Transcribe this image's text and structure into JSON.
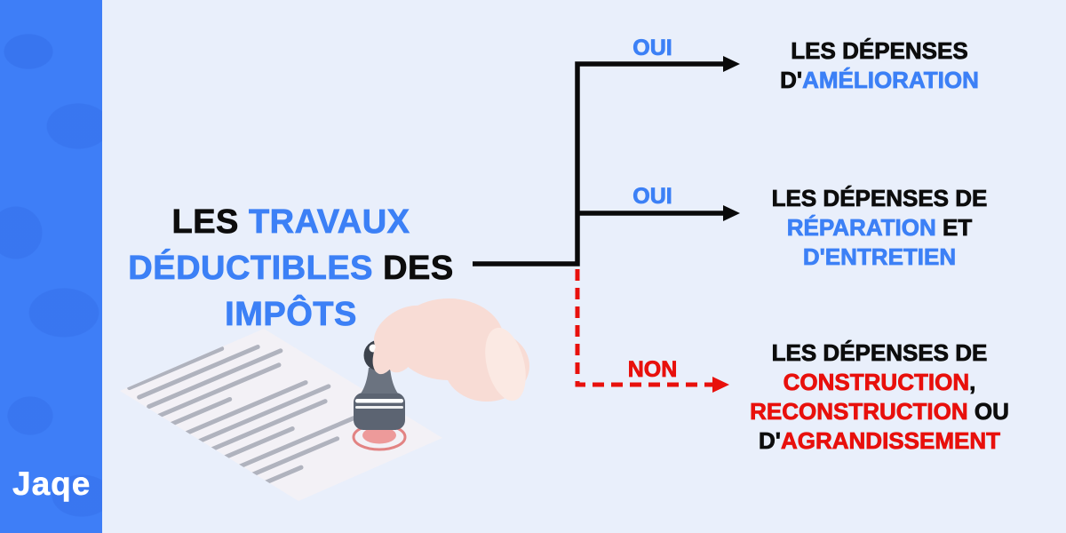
{
  "palette": {
    "sidebar_blue": "#3E7EF7",
    "background": "#E9EFFB",
    "accent_blue": "#3C80F6",
    "accent_red": "#E8100C",
    "text_black": "#0D0D0D",
    "line_black": "#0A0A0A"
  },
  "brand": {
    "logo_text": "Jaqe"
  },
  "title": {
    "line1": [
      {
        "t": "LES ",
        "c": "black"
      },
      {
        "t": "TRAVAUX",
        "c": "blue"
      }
    ],
    "line2": [
      {
        "t": "DÉDUCTIBLES ",
        "c": "blue"
      },
      {
        "t": "DES",
        "c": "black"
      }
    ],
    "line3": [
      {
        "t": "IMPÔTS",
        "c": "blue"
      }
    ]
  },
  "tree": {
    "branches": [
      {
        "answer": "OUI",
        "answer_color": "blue",
        "line_style": "solid-black",
        "lines": [
          [
            {
              "t": "LES DÉPENSES",
              "c": "black"
            }
          ],
          [
            {
              "t": "D'",
              "c": "black"
            },
            {
              "t": "AMÉLIORATION",
              "c": "blue"
            }
          ]
        ]
      },
      {
        "answer": "OUI",
        "answer_color": "blue",
        "line_style": "solid-black",
        "lines": [
          [
            {
              "t": "LES DÉPENSES DE",
              "c": "black"
            }
          ],
          [
            {
              "t": "RÉPARATION",
              "c": "blue"
            },
            {
              "t": " ET",
              "c": "black"
            }
          ],
          [
            {
              "t": "D'ENTRETIEN",
              "c": "blue"
            }
          ]
        ]
      },
      {
        "answer": "NON",
        "answer_color": "red",
        "line_style": "dashed-red",
        "lines": [
          [
            {
              "t": "LES DÉPENSES DE",
              "c": "black"
            }
          ],
          [
            {
              "t": "CONSTRUCTION",
              "c": "red"
            },
            {
              "t": ",",
              "c": "black"
            }
          ],
          [
            {
              "t": "RECONSTRUCTION",
              "c": "red"
            },
            {
              "t": " OU",
              "c": "black"
            }
          ],
          [
            {
              "t": "D'",
              "c": "black"
            },
            {
              "t": "AGRANDISSEMENT",
              "c": "red"
            }
          ]
        ]
      }
    ]
  },
  "icons": {
    "illustration": "hand-stamping-document",
    "paper": "document-paper",
    "stamp": "rubber-stamp",
    "mark": "red-stamp-mark"
  }
}
